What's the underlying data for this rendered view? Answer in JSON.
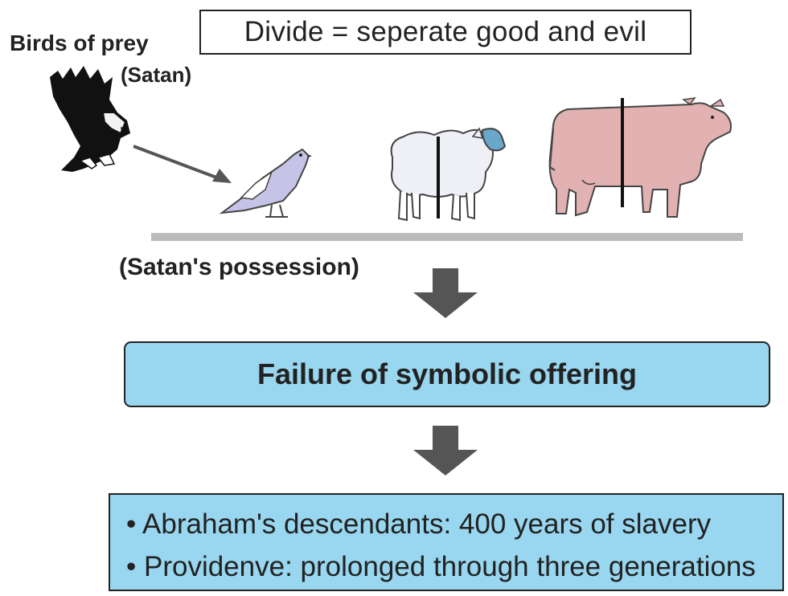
{
  "diagram": {
    "title": "Divide = seperate good and evil",
    "birds_label": "Birds of prey",
    "satan_label": "(Satan)",
    "possession_label": "(Satan's possession)",
    "failure_label": "Failure of symbolic offering",
    "consequences": [
      "• Abraham's descendants:  400  years of slavery",
      "• Providenve: prolonged through three generations"
    ]
  },
  "colors": {
    "box_fill": "#99d6ef",
    "arrow": "#555555",
    "ground_line": "#bbbbbb",
    "cow": "#e2b1b1",
    "sheep": "#eef0f6",
    "sheep_face": "#6aa7c9",
    "dove": "#c5c3e6"
  },
  "icons": [
    "eagle-icon",
    "dove-icon",
    "sheep-icon",
    "cow-icon",
    "down-arrow-icon"
  ]
}
